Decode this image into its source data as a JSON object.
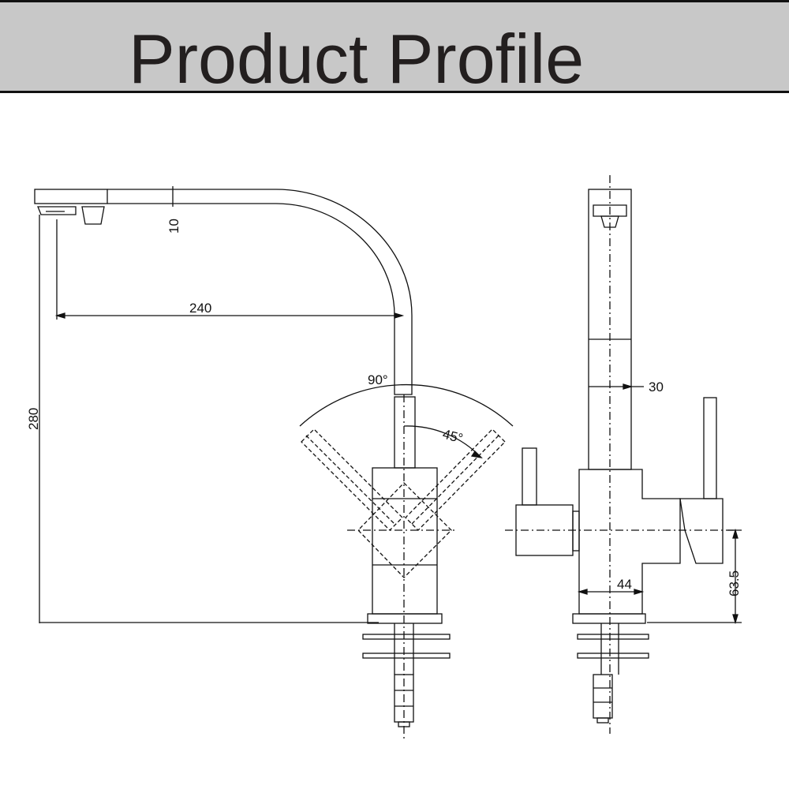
{
  "header": {
    "title": "Product Profile"
  },
  "dimensions": {
    "spout_thickness": "10",
    "spout_reach": "240",
    "height": "280",
    "swivel_angle": "90°",
    "handle_angle": "45°",
    "body_width": "30",
    "base_width": "44",
    "handle_height": "63.5"
  },
  "colors": {
    "banner_bg": "#c8c8c8",
    "line": "#111111"
  }
}
